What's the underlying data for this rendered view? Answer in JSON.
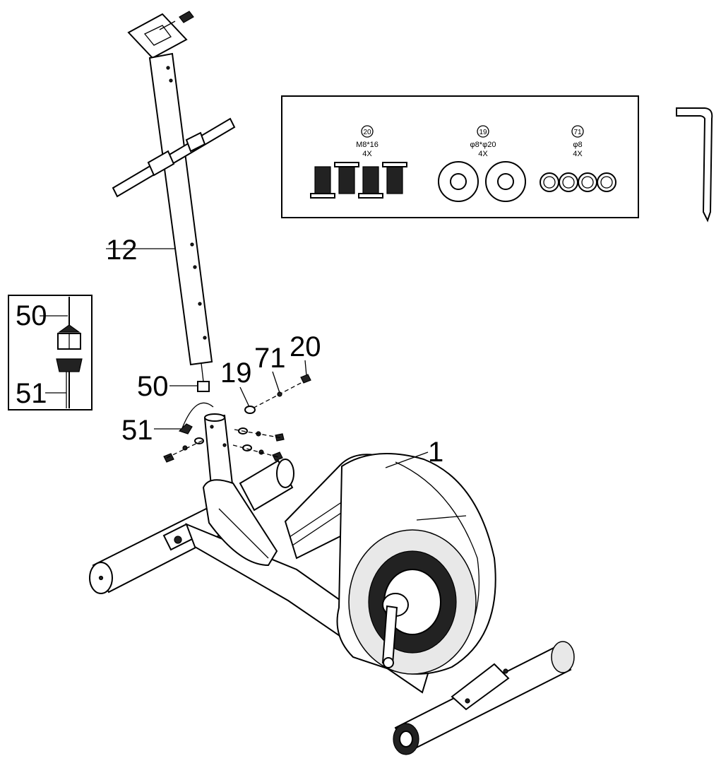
{
  "callouts": {
    "main_post": "12",
    "frame": "1",
    "washer": "19",
    "spring_washer": "71",
    "bolt": "20",
    "upper_cable": "50",
    "lower_cable": "51"
  },
  "inset": {
    "upper_label": "50",
    "lower_label": "51"
  },
  "hardware_box": {
    "items": [
      {
        "id": "20",
        "spec": "M8*16",
        "qty": "4X"
      },
      {
        "id": "19",
        "spec": "φ8*φ20",
        "qty": "4X"
      },
      {
        "id": "71",
        "spec": "φ8",
        "qty": "4X"
      }
    ]
  },
  "colors": {
    "line": "#000000",
    "background": "#ffffff",
    "shade": "#e8e8e8"
  }
}
